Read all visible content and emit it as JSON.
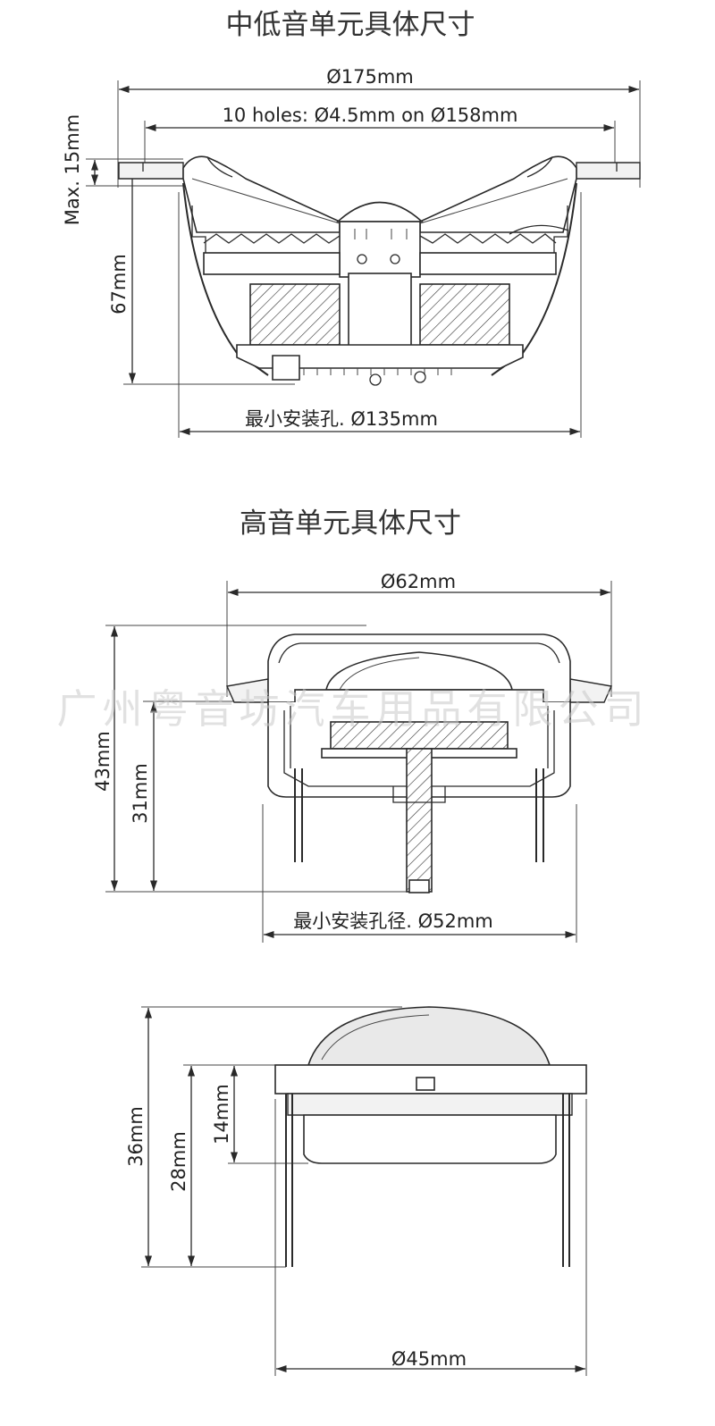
{
  "woofer": {
    "title": "中低音单元具体尺寸",
    "dim_outer": "Ø175mm",
    "dim_holes": "10 holes: Ø4.5mm on Ø158mm",
    "dim_flange": "Max. 15mm",
    "dim_depth": "67mm",
    "dim_cutout": "最小安装孔. Ø135mm"
  },
  "tweeter": {
    "title": "高音单元具体尺寸",
    "dim_outer": "Ø62mm",
    "dim_total_h": "43mm",
    "dim_depth": "31mm",
    "dim_cutout": "最小安装孔径. Ø52mm"
  },
  "tweeter_side": {
    "dim_total_h": "36mm",
    "dim_body_h": "28mm",
    "dim_cup_h": "14mm",
    "dim_width": "Ø45mm"
  },
  "watermark": "广州粤音坊汽车用品有限公司"
}
